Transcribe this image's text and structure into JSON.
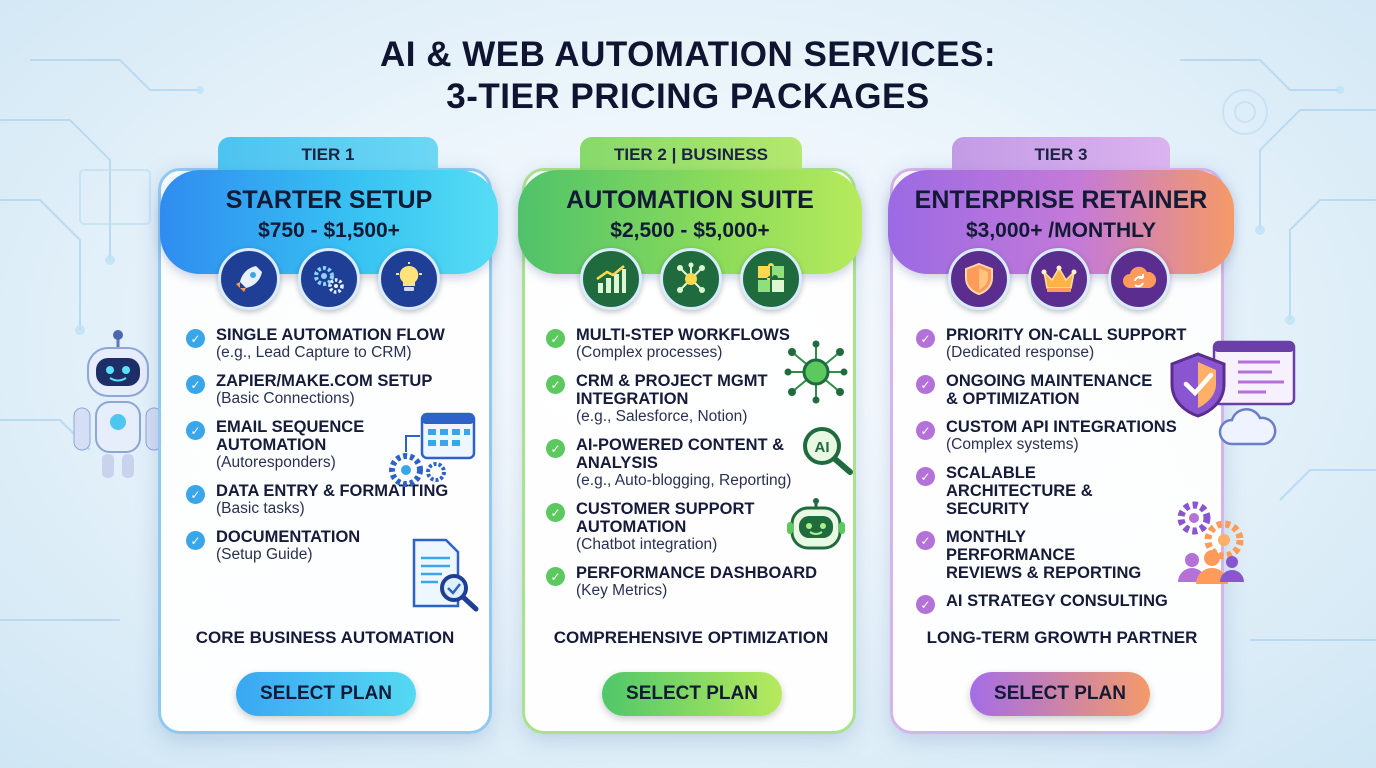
{
  "title_line1": "AI & WEB AUTOMATION SERVICES:",
  "title_line2": "3-TIER PRICING PACKAGES",
  "tiers": [
    {
      "tab": "TIER 1",
      "name": "STARTER SETUP",
      "price": "$750 - $1,500+",
      "icons": [
        "rocket-icon",
        "gears-icon",
        "lightbulb-icon"
      ],
      "features": [
        {
          "title": "SINGLE AUTOMATION FLOW",
          "sub": "(e.g., Lead Capture to CRM)"
        },
        {
          "title": "ZAPIER/MAKE.COM SETUP",
          "sub": "(Basic Connections)"
        },
        {
          "title": "EMAIL SEQUENCE AUTOMATION",
          "sub": "(Autoresponders)"
        },
        {
          "title": "DATA ENTRY & FORMATTING",
          "sub": "(Basic tasks)"
        },
        {
          "title": "DOCUMENTATION",
          "sub": "(Setup Guide)"
        }
      ],
      "tagline": "CORE BUSINESS AUTOMATION",
      "button": "SELECT PLAN",
      "accent": "#3aa6ea"
    },
    {
      "tab": "TIER 2 | BUSINESS",
      "name": "AUTOMATION SUITE",
      "price": "$2,500 - $5,000+",
      "icons": [
        "growth-chart-icon",
        "network-icon",
        "puzzle-icon"
      ],
      "features": [
        {
          "title": "MULTI-STEP WORKFLOWS",
          "sub": "(Complex processes)"
        },
        {
          "title": "CRM & PROJECT MGMT INTEGRATION",
          "sub": "(e.g., Salesforce, Notion)"
        },
        {
          "title": "AI-POWERED CONTENT & ANALYSIS",
          "sub": "(e.g., Auto-blogging, Reporting)"
        },
        {
          "title": "CUSTOMER SUPPORT AUTOMATION",
          "sub": "(Chatbot integration)"
        },
        {
          "title": "PERFORMANCE DASHBOARD",
          "sub": "(Key Metrics)"
        }
      ],
      "tagline": "COMPREHENSIVE OPTIMIZATION",
      "button": "SELECT PLAN",
      "accent": "#5cc95f"
    },
    {
      "tab": "TIER 3",
      "name": "ENTERPRISE RETAINER",
      "price": "$3,000+ /MONTHLY",
      "icons": [
        "shield-icon",
        "crown-icon",
        "cloud-sync-icon"
      ],
      "features": [
        {
          "title": "PRIORITY ON-CALL SUPPORT",
          "sub": "(Dedicated response)"
        },
        {
          "title": "ONGOING MAINTENANCE & OPTIMIZATION",
          "sub": ""
        },
        {
          "title": "CUSTOM API INTEGRATIONS",
          "sub": "(Complex systems)"
        },
        {
          "title": "SCALABLE ARCHITECTURE & SECURITY",
          "sub": ""
        },
        {
          "title": "MONTHLY PERFORMANCE REVIEWS & REPORTING",
          "sub": ""
        },
        {
          "title": "AI STRATEGY CONSULTING",
          "sub": ""
        }
      ],
      "tagline": "LONG-TERM GROWTH PARTNER",
      "button": "SELECT PLAN",
      "accent": "#b471d8"
    }
  ],
  "decorations": [
    "robot-icon",
    "calendar-gear-icon",
    "document-magnifier-icon",
    "ai-network-icon",
    "ai-magnifier-icon",
    "chatbot-icon",
    "shield-check-icon",
    "browser-code-icon",
    "cloud-icon",
    "team-gear-icon"
  ]
}
